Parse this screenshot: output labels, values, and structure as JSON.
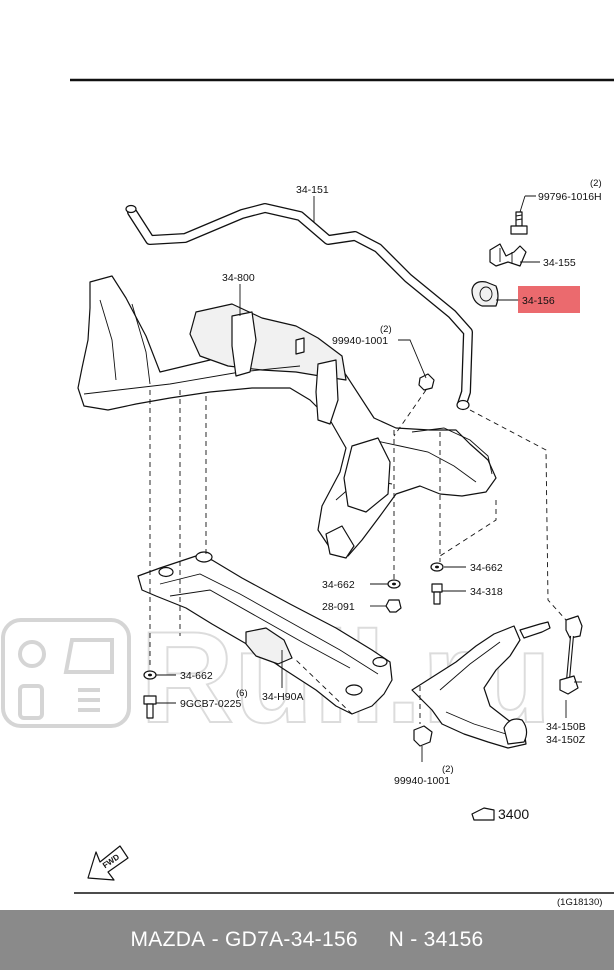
{
  "diagram": {
    "code": "(1G18130)",
    "fwd_label": "FWD",
    "watermark": "Ruil.ru",
    "parts": [
      {
        "id": "34-151",
        "qty": ""
      },
      {
        "id": "99796-1016H",
        "qty": "(2)"
      },
      {
        "id": "34-155",
        "qty": ""
      },
      {
        "id": "34-156",
        "qty": "",
        "highlighted": true
      },
      {
        "id": "34-800",
        "qty": ""
      },
      {
        "id": "99940-1001",
        "qty": "(2)"
      },
      {
        "id": "34-662",
        "qty": ""
      },
      {
        "id": "34-662",
        "qty": ""
      },
      {
        "id": "34-318",
        "qty": ""
      },
      {
        "id": "34-662",
        "qty": ""
      },
      {
        "id": "28-091",
        "qty": ""
      },
      {
        "id": "34-H90A",
        "qty": ""
      },
      {
        "id": "9GCB7-0225",
        "qty": "(6)"
      },
      {
        "id": "34-150B",
        "qty": ""
      },
      {
        "id": "34-150Z",
        "qty": ""
      },
      {
        "id": "99940-1001",
        "qty": "(2)"
      },
      {
        "id": "3400",
        "qty": ""
      }
    ]
  },
  "footer": {
    "brand": "MAZDA",
    "part_number": "GD7A-34-156",
    "n_label": "N",
    "n_value": "34156"
  }
}
